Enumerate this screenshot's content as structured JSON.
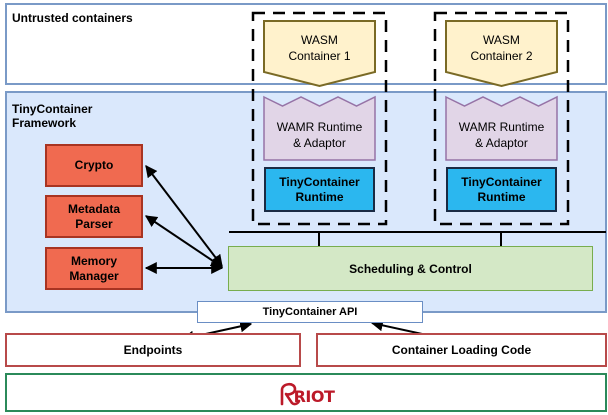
{
  "untrusted": {
    "label": "Untrusted containers"
  },
  "framework": {
    "label": "TinyContainer\nFramework"
  },
  "wasm": [
    {
      "label": "WASM\nContainer 1"
    },
    {
      "label": "WASM\nContainer 2"
    }
  ],
  "wamr": [
    {
      "label": "WAMR Runtime\n& Adaptor"
    },
    {
      "label": "WAMR Runtime\n& Adaptor"
    }
  ],
  "runtime": [
    {
      "label": "TinyContainer\nRuntime"
    },
    {
      "label": "TinyContainer\nRuntime"
    }
  ],
  "modules": {
    "crypto": "Crypto",
    "metadata": "Metadata\nParser",
    "memory": "Memory\nManager"
  },
  "scheduling": "Scheduling & Control",
  "api": "TinyContainer API",
  "endpoints": "Endpoints",
  "loading": "Container Loading Code",
  "riot": {
    "logo_text": "RIOT",
    "color": "#bc1a29"
  },
  "colors": {
    "blue_panel": "#dae8fc",
    "blue_panel_border": "#7a9ac7",
    "wasm_fill": "#fff2cc",
    "wasm_stroke": "#7a6a25",
    "wamr_fill": "#e1d5e7",
    "wamr_stroke": "#9673a6",
    "green_border": "#2b8a5a"
  }
}
